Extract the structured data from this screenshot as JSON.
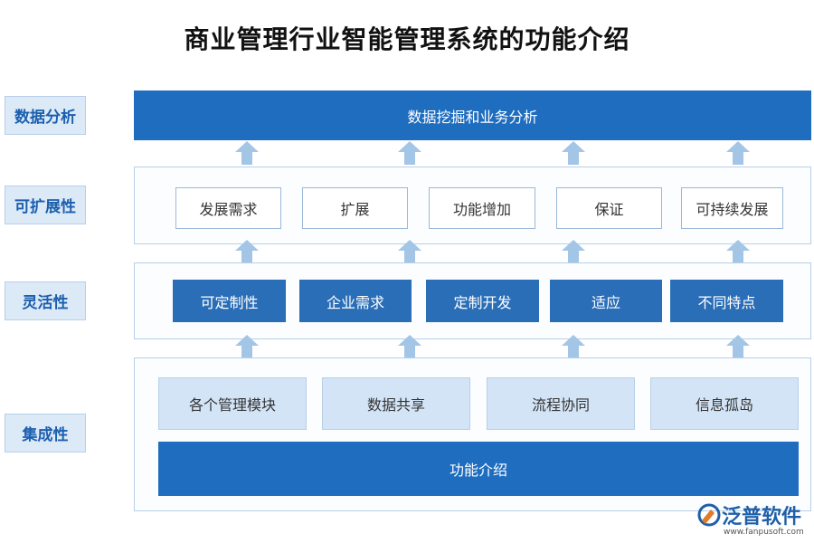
{
  "title": "商业管理行业智能管理系统的功能介绍",
  "side_labels": {
    "data_analysis": "数据分析",
    "scalability": "可扩展性",
    "flexibility": "灵活性",
    "integration": "集成性"
  },
  "analysis_layer": {
    "bar": "数据挖掘和业务分析"
  },
  "scalability_layer": {
    "items": [
      "发展需求",
      "扩展",
      "功能增加",
      "保证",
      "可持续发展"
    ]
  },
  "flexibility_layer": {
    "items": [
      "可定制性",
      "企业需求",
      "定制开发",
      "适应",
      "不同特点"
    ]
  },
  "integration_layer": {
    "items": [
      "各个管理模块",
      "数据共享",
      "流程协同",
      "信息孤岛"
    ],
    "bar": "功能介绍"
  },
  "logo": {
    "name": "泛普软件",
    "url": "www.fanpusoft.com"
  },
  "colors": {
    "dark_blue": "#1f6dbf",
    "light_blue": "#d3e4f6",
    "arrow": "#a4c6e6",
    "side_text": "#1b5fae"
  }
}
